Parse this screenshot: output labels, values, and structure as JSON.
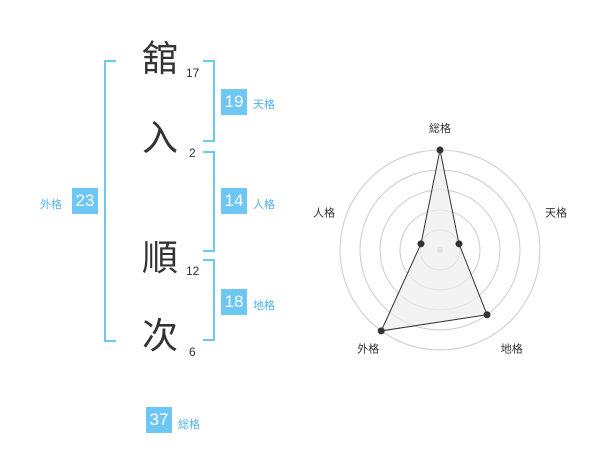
{
  "name_chars": [
    {
      "char": "舘",
      "strokes": "17"
    },
    {
      "char": "入",
      "strokes": "2"
    },
    {
      "char": "順",
      "strokes": "12"
    },
    {
      "char": "次",
      "strokes": "6"
    }
  ],
  "ten": {
    "value": "19",
    "label": "天格"
  },
  "jin": {
    "value": "14",
    "label": "人格"
  },
  "chi": {
    "value": "18",
    "label": "地格"
  },
  "gai": {
    "value": "23",
    "label": "外格"
  },
  "sou": {
    "value": "37",
    "label": "総格"
  },
  "chart_data": {
    "type": "radar",
    "axes": [
      "総格",
      "天格",
      "地格",
      "外格",
      "人格"
    ],
    "values": [
      5,
      1,
      4,
      5,
      1
    ],
    "max": 5,
    "rings": 5,
    "color": "#333333",
    "fill": "#eeeeee"
  }
}
